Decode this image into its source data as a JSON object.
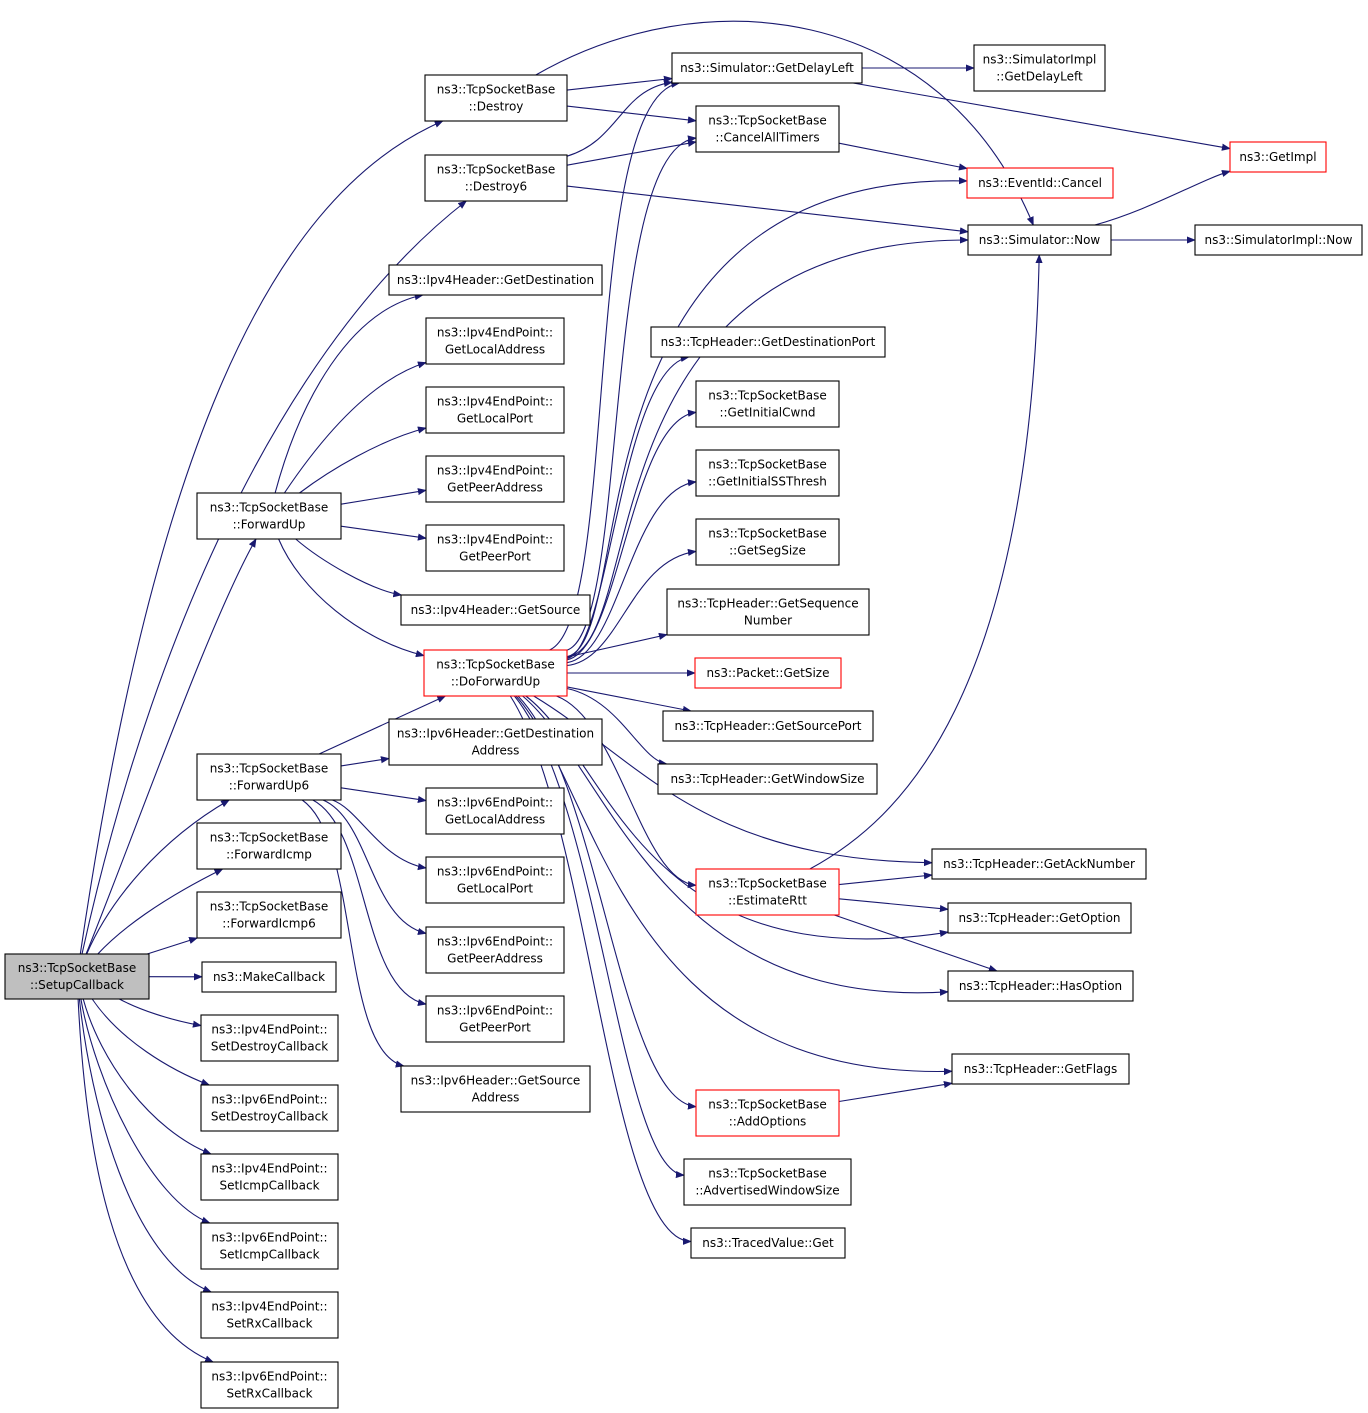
{
  "colors": {
    "edge": "#191970",
    "box_border": "#000000",
    "box_border_truncated": "#ff0000",
    "root_fill": "#bfbfbf",
    "node_fill": "#ffffff"
  },
  "nodes": [
    {
      "id": "setupcallback",
      "lines": [
        "ns3::TcpSocketBase",
        "::SetupCallback"
      ],
      "root": true
    },
    {
      "id": "destroy",
      "lines": [
        "ns3::TcpSocketBase",
        "::Destroy"
      ]
    },
    {
      "id": "destroy6",
      "lines": [
        "ns3::TcpSocketBase",
        "::Destroy6"
      ]
    },
    {
      "id": "ipv4hdr_getdest",
      "lines": [
        "ns3::Ipv4Header::GetDestination"
      ]
    },
    {
      "id": "ipv4ep_getlocaladdr",
      "lines": [
        "ns3::Ipv4EndPoint::",
        "GetLocalAddress"
      ]
    },
    {
      "id": "ipv4ep_getlocalport",
      "lines": [
        "ns3::Ipv4EndPoint::",
        "GetLocalPort"
      ]
    },
    {
      "id": "forwardup",
      "lines": [
        "ns3::TcpSocketBase",
        "::ForwardUp"
      ]
    },
    {
      "id": "ipv4ep_getpeeraddr",
      "lines": [
        "ns3::Ipv4EndPoint::",
        "GetPeerAddress"
      ]
    },
    {
      "id": "ipv4ep_getpeerport",
      "lines": [
        "ns3::Ipv4EndPoint::",
        "GetPeerPort"
      ]
    },
    {
      "id": "ipv4hdr_getsource",
      "lines": [
        "ns3::Ipv4Header::GetSource"
      ]
    },
    {
      "id": "doforwardup",
      "lines": [
        "ns3::TcpSocketBase",
        "::DoForwardUp"
      ],
      "truncated": true
    },
    {
      "id": "ipv6hdr_getdest",
      "lines": [
        "ns3::Ipv6Header::GetDestination",
        "Address"
      ]
    },
    {
      "id": "forwardup6",
      "lines": [
        "ns3::TcpSocketBase",
        "::ForwardUp6"
      ]
    },
    {
      "id": "ipv6ep_getlocaladdr",
      "lines": [
        "ns3::Ipv6EndPoint::",
        "GetLocalAddress"
      ]
    },
    {
      "id": "forwardicmp",
      "lines": [
        "ns3::TcpSocketBase",
        "::ForwardIcmp"
      ]
    },
    {
      "id": "ipv6ep_getlocalport",
      "lines": [
        "ns3::Ipv6EndPoint::",
        "GetLocalPort"
      ]
    },
    {
      "id": "forwardicmp6",
      "lines": [
        "ns3::TcpSocketBase",
        "::ForwardIcmp6"
      ]
    },
    {
      "id": "ipv6ep_getpeeraddr",
      "lines": [
        "ns3::Ipv6EndPoint::",
        "GetPeerAddress"
      ]
    },
    {
      "id": "makecallback",
      "lines": [
        "ns3::MakeCallback"
      ]
    },
    {
      "id": "ipv6ep_getpeerport",
      "lines": [
        "ns3::Ipv6EndPoint::",
        "GetPeerPort"
      ]
    },
    {
      "id": "ipv4ep_setdestroy",
      "lines": [
        "ns3::Ipv4EndPoint::",
        "SetDestroyCallback"
      ]
    },
    {
      "id": "ipv6hdr_getsource",
      "lines": [
        "ns3::Ipv6Header::GetSource",
        "Address"
      ]
    },
    {
      "id": "ipv6ep_setdestroy",
      "lines": [
        "ns3::Ipv6EndPoint::",
        "SetDestroyCallback"
      ]
    },
    {
      "id": "ipv4ep_seticmp",
      "lines": [
        "ns3::Ipv4EndPoint::",
        "SetIcmpCallback"
      ]
    },
    {
      "id": "ipv6ep_seticmp",
      "lines": [
        "ns3::Ipv6EndPoint::",
        "SetIcmpCallback"
      ]
    },
    {
      "id": "ipv4ep_setrx",
      "lines": [
        "ns3::Ipv4EndPoint::",
        "SetRxCallback"
      ]
    },
    {
      "id": "ipv6ep_setrx",
      "lines": [
        "ns3::Ipv6EndPoint::",
        "SetRxCallback"
      ]
    },
    {
      "id": "sim_getdelayleft",
      "lines": [
        "ns3::Simulator::GetDelayLeft"
      ]
    },
    {
      "id": "cancelalltimers",
      "lines": [
        "ns3::TcpSocketBase",
        "::CancelAllTimers"
      ]
    },
    {
      "id": "tcphdr_getdestport",
      "lines": [
        "ns3::TcpHeader::GetDestinationPort"
      ]
    },
    {
      "id": "getinitialcwnd",
      "lines": [
        "ns3::TcpSocketBase",
        "::GetInitialCwnd"
      ]
    },
    {
      "id": "getinitialssthresh",
      "lines": [
        "ns3::TcpSocketBase",
        "::GetInitialSSThresh"
      ]
    },
    {
      "id": "getsegsize",
      "lines": [
        "ns3::TcpSocketBase",
        "::GetSegSize"
      ]
    },
    {
      "id": "tcphdr_getseqnum",
      "lines": [
        "ns3::TcpHeader::GetSequence",
        "Number"
      ]
    },
    {
      "id": "packet_getsize",
      "lines": [
        "ns3::Packet::GetSize"
      ],
      "truncated": true
    },
    {
      "id": "tcphdr_getsrcport",
      "lines": [
        "ns3::TcpHeader::GetSourcePort"
      ]
    },
    {
      "id": "tcphdr_getwinsize",
      "lines": [
        "ns3::TcpHeader::GetWindowSize"
      ]
    },
    {
      "id": "estimatertt",
      "lines": [
        "ns3::TcpSocketBase",
        "::EstimateRtt"
      ],
      "truncated": true
    },
    {
      "id": "addoptions",
      "lines": [
        "ns3::TcpSocketBase",
        "::AddOptions"
      ],
      "truncated": true
    },
    {
      "id": "advwinsize",
      "lines": [
        "ns3::TcpSocketBase",
        "::AdvertisedWindowSize"
      ]
    },
    {
      "id": "tracedvalue_get",
      "lines": [
        "ns3::TracedValue::Get"
      ]
    },
    {
      "id": "simimpl_getdelayleft",
      "lines": [
        "ns3::SimulatorImpl",
        "::GetDelayLeft"
      ]
    },
    {
      "id": "eventid_cancel",
      "lines": [
        "ns3::EventId::Cancel"
      ],
      "truncated": true
    },
    {
      "id": "sim_now",
      "lines": [
        "ns3::Simulator::Now"
      ]
    },
    {
      "id": "tcphdr_getacknum",
      "lines": [
        "ns3::TcpHeader::GetAckNumber"
      ]
    },
    {
      "id": "tcphdr_getoption",
      "lines": [
        "ns3::TcpHeader::GetOption"
      ]
    },
    {
      "id": "tcphdr_hasoption",
      "lines": [
        "ns3::TcpHeader::HasOption"
      ]
    },
    {
      "id": "tcphdr_getflags",
      "lines": [
        "ns3::TcpHeader::GetFlags"
      ]
    },
    {
      "id": "getimpl",
      "lines": [
        "ns3::GetImpl"
      ],
      "truncated": true
    },
    {
      "id": "simimpl_now",
      "lines": [
        "ns3::SimulatorImpl::Now"
      ]
    }
  ],
  "edges": [
    [
      "setupcallback",
      "destroy"
    ],
    [
      "setupcallback",
      "destroy6"
    ],
    [
      "setupcallback",
      "forwardup"
    ],
    [
      "setupcallback",
      "forwardup6"
    ],
    [
      "setupcallback",
      "forwardicmp"
    ],
    [
      "setupcallback",
      "forwardicmp6"
    ],
    [
      "setupcallback",
      "makecallback"
    ],
    [
      "setupcallback",
      "ipv4ep_setdestroy"
    ],
    [
      "setupcallback",
      "ipv6ep_setdestroy"
    ],
    [
      "setupcallback",
      "ipv4ep_seticmp"
    ],
    [
      "setupcallback",
      "ipv6ep_seticmp"
    ],
    [
      "setupcallback",
      "ipv4ep_setrx"
    ],
    [
      "setupcallback",
      "ipv6ep_setrx"
    ],
    [
      "destroy",
      "sim_getdelayleft"
    ],
    [
      "destroy",
      "cancelalltimers"
    ],
    [
      "destroy",
      "sim_now"
    ],
    [
      "destroy6",
      "sim_getdelayleft"
    ],
    [
      "destroy6",
      "cancelalltimers"
    ],
    [
      "destroy6",
      "sim_now"
    ],
    [
      "forwardup",
      "ipv4hdr_getdest"
    ],
    [
      "forwardup",
      "ipv4ep_getlocaladdr"
    ],
    [
      "forwardup",
      "ipv4ep_getlocalport"
    ],
    [
      "forwardup",
      "ipv4ep_getpeeraddr"
    ],
    [
      "forwardup",
      "ipv4ep_getpeerport"
    ],
    [
      "forwardup",
      "ipv4hdr_getsource"
    ],
    [
      "forwardup",
      "doforwardup"
    ],
    [
      "forwardup6",
      "doforwardup"
    ],
    [
      "forwardup6",
      "ipv6hdr_getdest"
    ],
    [
      "forwardup6",
      "ipv6ep_getlocaladdr"
    ],
    [
      "forwardup6",
      "ipv6ep_getlocalport"
    ],
    [
      "forwardup6",
      "ipv6ep_getpeeraddr"
    ],
    [
      "forwardup6",
      "ipv6ep_getpeerport"
    ],
    [
      "forwardup6",
      "ipv6hdr_getsource"
    ],
    [
      "doforwardup",
      "sim_getdelayleft"
    ],
    [
      "doforwardup",
      "cancelalltimers"
    ],
    [
      "doforwardup",
      "eventid_cancel"
    ],
    [
      "doforwardup",
      "sim_now"
    ],
    [
      "doforwardup",
      "tcphdr_getdestport"
    ],
    [
      "doforwardup",
      "getinitialcwnd"
    ],
    [
      "doforwardup",
      "getinitialssthresh"
    ],
    [
      "doforwardup",
      "getsegsize"
    ],
    [
      "doforwardup",
      "tcphdr_getseqnum"
    ],
    [
      "doforwardup",
      "packet_getsize"
    ],
    [
      "doforwardup",
      "tcphdr_getsrcport"
    ],
    [
      "doforwardup",
      "tcphdr_getwinsize"
    ],
    [
      "doforwardup",
      "tcphdr_getacknum"
    ],
    [
      "doforwardup",
      "estimatertt"
    ],
    [
      "doforwardup",
      "tcphdr_getoption"
    ],
    [
      "doforwardup",
      "tcphdr_hasoption"
    ],
    [
      "doforwardup",
      "tcphdr_getflags"
    ],
    [
      "doforwardup",
      "addoptions"
    ],
    [
      "doforwardup",
      "advwinsize"
    ],
    [
      "doforwardup",
      "tracedvalue_get"
    ],
    [
      "sim_getdelayleft",
      "simimpl_getdelayleft"
    ],
    [
      "sim_getdelayleft",
      "getimpl"
    ],
    [
      "cancelalltimers",
      "eventid_cancel"
    ],
    [
      "estimatertt",
      "sim_now"
    ],
    [
      "estimatertt",
      "tcphdr_getacknum"
    ],
    [
      "estimatertt",
      "tcphdr_getoption"
    ],
    [
      "estimatertt",
      "tcphdr_hasoption"
    ],
    [
      "addoptions",
      "tcphdr_getflags"
    ],
    [
      "sim_now",
      "getimpl"
    ],
    [
      "sim_now",
      "simimpl_now"
    ]
  ]
}
